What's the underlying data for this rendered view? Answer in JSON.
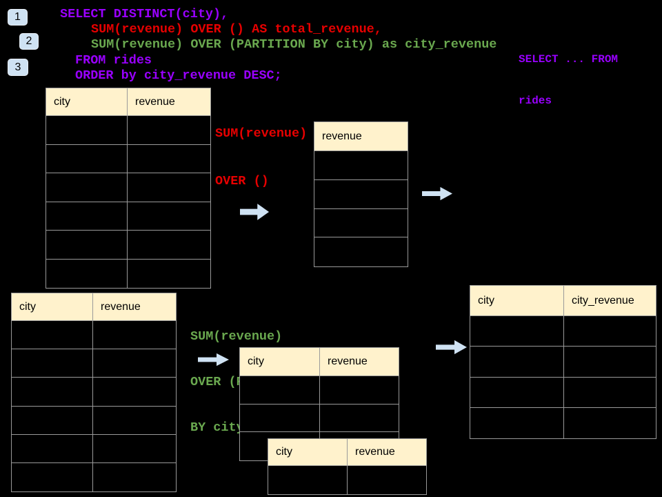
{
  "colors": {
    "purple": "#9900ff",
    "red": "#e60000",
    "green": "#6aa84f",
    "header_fill": "#fff2cc",
    "border": "#9a9a9a",
    "badge_fill": "#cfe2f3",
    "arrow_fill": "#cfe2f3"
  },
  "icons": {
    "arrow": "arrow-right-icon"
  },
  "badges": [
    {
      "label": "1"
    },
    {
      "label": "2"
    },
    {
      "label": "3"
    }
  ],
  "sql": {
    "lines": [
      {
        "text": "SELECT DISTINCT(city),",
        "color": "purple"
      },
      {
        "text": "SUM(revenue) OVER () AS total_revenue,",
        "color": "red"
      },
      {
        "text": "SUM(revenue) OVER (PARTITION BY city) as city_revenue",
        "color": "green"
      },
      {
        "text": "FROM rides",
        "color": "purple"
      },
      {
        "text": "ORDER by city_revenue DESC;",
        "color": "purple"
      }
    ]
  },
  "side_note": {
    "line1": "SELECT ... FROM",
    "line2": "rides"
  },
  "annotations": {
    "total_revenue": {
      "line1": "SUM(revenue)",
      "line2": "OVER ()"
    },
    "partition": {
      "line1": "SUM(revenue)",
      "line2": "OVER (PARTITION",
      "line3": "BY city)"
    }
  },
  "tables": {
    "source_top": {
      "headers": [
        "city",
        "revenue"
      ],
      "row_count": 6
    },
    "revenue_only": {
      "headers": [
        "revenue"
      ],
      "row_count": 4
    },
    "source_bottom": {
      "headers": [
        "city",
        "revenue"
      ],
      "row_count": 6
    },
    "partition_back": {
      "headers": [
        "city",
        "revenue"
      ],
      "row_count": 3
    },
    "partition_front": {
      "headers": [
        "city",
        "revenue"
      ],
      "row_count": 1
    },
    "result": {
      "headers": [
        "city",
        "city_revenue"
      ],
      "row_count": 4
    }
  }
}
